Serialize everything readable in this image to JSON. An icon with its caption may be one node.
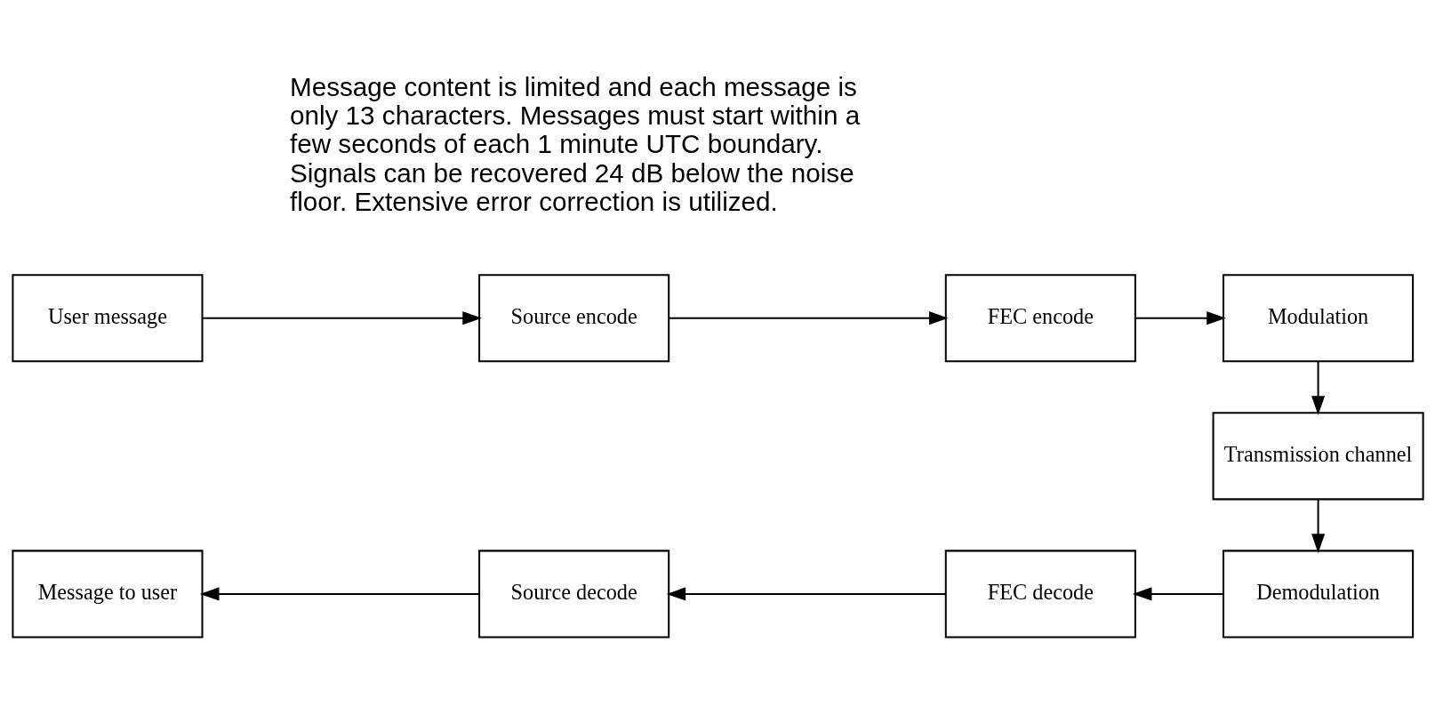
{
  "diagram": {
    "nodes": [
      {
        "text": [
          "User message"
        ]
      },
      {
        "text": [
          "Source encode"
        ]
      },
      {
        "text": [
          "FEC encode"
        ]
      },
      {
        "text": [
          "Modulation"
        ]
      },
      {
        "text": [
          "Transmission channel"
        ]
      },
      {
        "text": [
          "Demodulation"
        ]
      },
      {
        "text": [
          "FEC decode"
        ]
      },
      {
        "text": [
          "Source decode"
        ]
      },
      {
        "text": [
          "Message to user"
        ]
      }
    ],
    "edges": [
      {
        "from": 0,
        "to": 1,
        "arrow": "to"
      },
      {
        "from": 1,
        "to": 2,
        "arrow": "to"
      },
      {
        "from": 2,
        "to": 3,
        "arrow": "to"
      },
      {
        "from": 3,
        "to": 4,
        "arrow": "to"
      },
      {
        "from": 4,
        "to": 5,
        "arrow": "to"
      },
      {
        "from": 5,
        "to": 6,
        "arrow": "to"
      },
      {
        "from": 6,
        "to": 7,
        "arrow": "to"
      },
      {
        "from": 7,
        "to": 8,
        "arrow": "to"
      }
    ],
    "labels": [
      "Message content is limited and each message is only 13 characters. Messages must start within a few seconds of each 1 minute UTC boundary. Signals can be recovered 24 dB below the noise floor. Extensive error correction is utilized."
    ]
  }
}
